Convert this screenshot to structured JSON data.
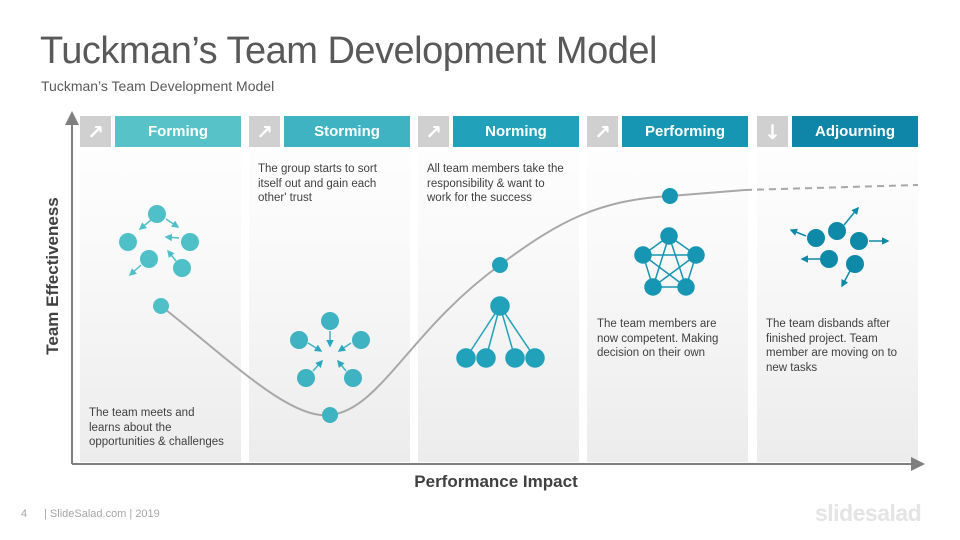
{
  "title": "Tuckman’s Team Development Model",
  "subtitle": "Tuckman’s Team Development Model",
  "axes": {
    "y_label": "Team Effectiveness",
    "x_label": "Performance Impact"
  },
  "stages": [
    {
      "label": "Forming",
      "arrow": "↗",
      "color": "#57c3c9",
      "desc": [
        "The team meets and",
        "learns about the",
        "opportunities & challenges"
      ]
    },
    {
      "label": "Storming",
      "arrow": "↗",
      "color": "#3fb3c2",
      "desc": [
        "The group starts to sort",
        "itself out and gain each",
        "other' trust"
      ]
    },
    {
      "label": "Norming",
      "arrow": "↗",
      "color": "#22a2ba",
      "desc": [
        "All team members  take the",
        "responsibility & want to",
        "work for the success"
      ]
    },
    {
      "label": "Performing",
      "arrow": "↗",
      "color": "#1696b3",
      "desc": [
        "The team members  are",
        "now competent. Making",
        "decision on their own"
      ]
    },
    {
      "label": "Adjourning",
      "arrow": "↓",
      "color": "#0f86a8",
      "desc": [
        "The team disbands after",
        "finished project. Team",
        "member  are moving on to",
        "new tasks"
      ]
    }
  ],
  "footer": {
    "page": "4",
    "text": "| SlideSalad.com | 2019",
    "brand": "slidesalad"
  },
  "colors": {
    "node_light": "#4fc0c8",
    "node_mid": "#2aa8bd",
    "node_dark": "#0e8aa8",
    "curve": "#a8a8a8",
    "axis": "#7f7f7f"
  }
}
